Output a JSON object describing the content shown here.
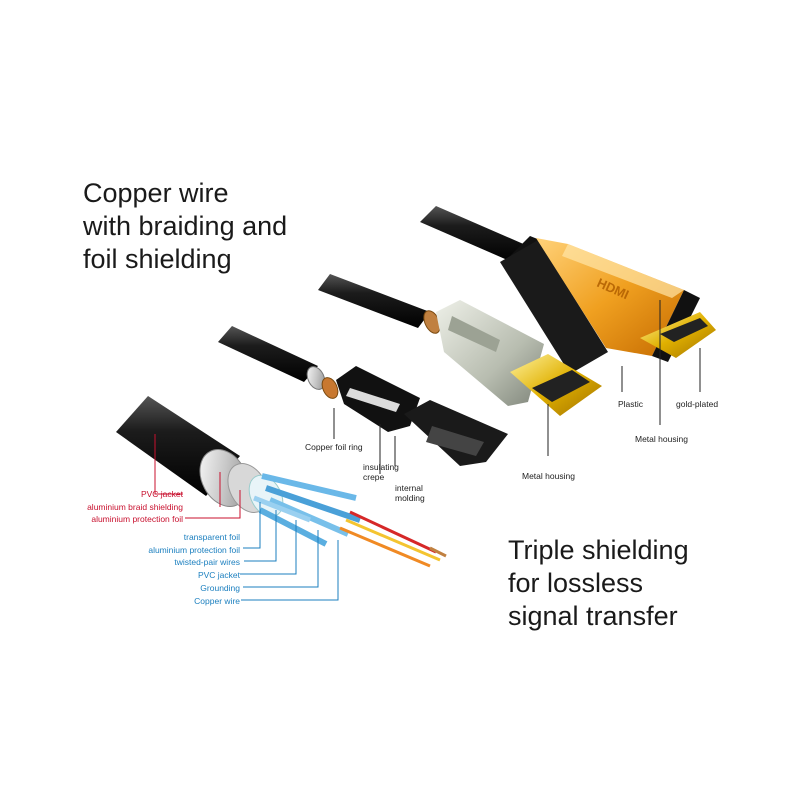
{
  "headings": {
    "left": [
      "Copper wire",
      "with braiding and",
      "foil shielding"
    ],
    "right": [
      "Triple shielding",
      "for lossless",
      "signal transfer"
    ]
  },
  "brand_mark": "HDMI",
  "labels": {
    "pvc_jacket_outer": "PVC jacket",
    "aluminium_braid_shielding": "aluminium braid shielding",
    "aluminium_protection_foil_outer": "aluminium protection foil",
    "transparent_foil": "transparent foil",
    "aluminium_protection_foil_inner": "aluminium protection foil",
    "twisted_pair_wires": "twisted-pair wires",
    "pvc_jacket_inner": "PVC jacket",
    "grounding": "Grounding",
    "copper_wire": "Copper wire",
    "copper_foil_ring": "Copper foil ring",
    "insulating_crepe": [
      "insulating",
      "crepe"
    ],
    "internal_molding": [
      "internal",
      "molding"
    ],
    "metal_housing_mid": "Metal housing",
    "plastic": "Plastic",
    "metal_housing_top": "Metal housing",
    "gold_plated": "gold-plated"
  },
  "colors": {
    "cable_black": "#1c1c1c",
    "orange_housing": "#f0a020",
    "gold_contact": "#e0b000",
    "label_red": "#c8102e",
    "label_blue": "#1b7fbf"
  }
}
